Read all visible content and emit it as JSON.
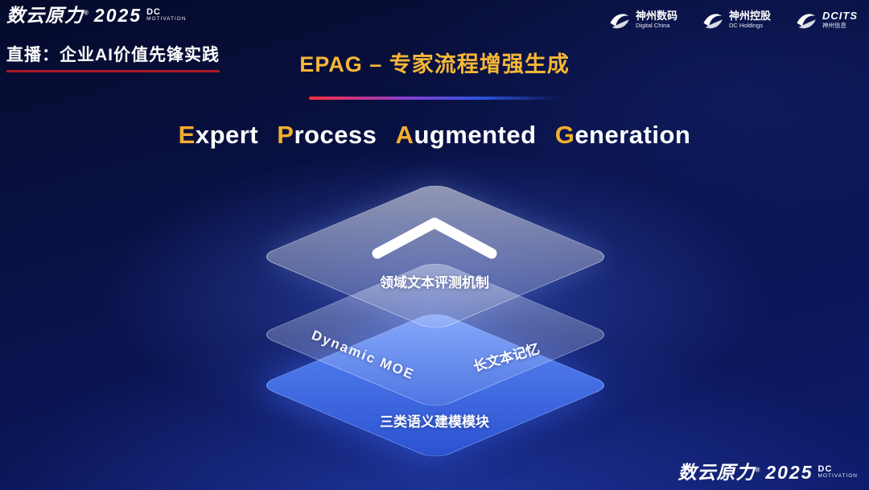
{
  "brand": {
    "name": "数云原力",
    "reg": "®",
    "year": "2025",
    "dc": "DC",
    "motivation": "MOTIVATION"
  },
  "header": {
    "live_label": "直播：企业AI价值先锋实践",
    "title": "EPAG – 专家流程增强生成",
    "partner_logos": [
      {
        "name": "神州数码",
        "subtitle": "Digital China"
      },
      {
        "name": "神州控股",
        "subtitle": "DC Holdings"
      },
      {
        "name": "DCITS",
        "subtitle": "神州信息"
      }
    ]
  },
  "main_heading": {
    "full": "Expert Process Augmented Generation",
    "words": [
      {
        "initial": "E",
        "rest": "xpert"
      },
      {
        "initial": "P",
        "rest": "rocess"
      },
      {
        "initial": "A",
        "rest": "ugmented"
      },
      {
        "initial": "G",
        "rest": "eneration"
      }
    ]
  },
  "diagram": {
    "layers": [
      {
        "name": "domain-evaluation",
        "label": "领域文本评测机制"
      },
      {
        "name": "middle",
        "label_left": "Dynamic  MOE",
        "label_right": "长文本记忆"
      },
      {
        "name": "semantic-modeling",
        "label": "三类语义建模模块"
      }
    ]
  },
  "colors": {
    "accent_gold": "#f6b636",
    "accent_red": "#e0232e",
    "layer_blue": "#3b63e0",
    "background_navy": "#0a1450"
  }
}
